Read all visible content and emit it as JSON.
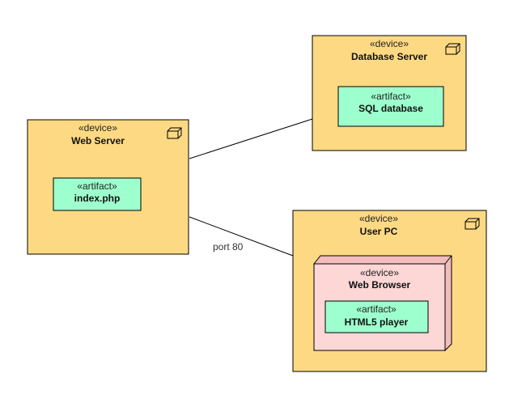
{
  "colors": {
    "device_fill": "#fdd983",
    "artifact_fill": "#9effce",
    "browser_fill": "#fdd6d6",
    "stroke": "#000000"
  },
  "nodes": {
    "database_server": {
      "stereotype": "«device»",
      "name": "Database Server",
      "artifact": {
        "stereotype": "«artifact»",
        "name": "SQL database"
      }
    },
    "web_server": {
      "stereotype": "«device»",
      "name": "Web Server",
      "artifact": {
        "stereotype": "«artifact»",
        "name": "index.php"
      }
    },
    "user_pc": {
      "stereotype": "«device»",
      "name": "User PC",
      "web_browser": {
        "stereotype": "«device»",
        "name": "Web Browser",
        "artifact": {
          "stereotype": "«artifact»",
          "name": "HTML5 player"
        }
      }
    }
  },
  "connections": [
    {
      "from": "web_server",
      "to": "database_server",
      "label": ""
    },
    {
      "from": "web_server",
      "to": "user_pc",
      "label": "port 80"
    }
  ]
}
